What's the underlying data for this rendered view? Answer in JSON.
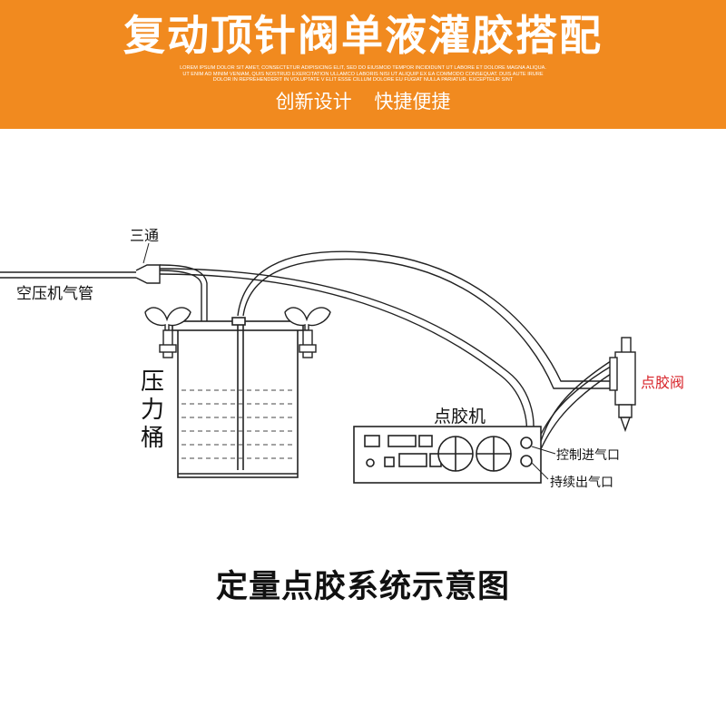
{
  "banner": {
    "title": "复动顶针阀单液灌胶搭配",
    "lorem": "LOREM IPSUM DOLOR SIT AMET, CONSECTETUR ADIPISICING ELIT, SED DO EIUSMOD TEMPOR INCIDIDUNT UT LABORE ET DOLORE MAGNA ALIQUA. UT ENIM AD MINIM VENIAM, QUIS NOSTRUD EXERCITATION ULLAMCO LABORIS NISI UT ALIQUIP EX EA COMMODO CONSEQUAT. DUIS AUTE IRURE DOLOR IN REPREHENDERIT IN VOLUPTATE V ELIT ESSE CILLUM DOLORE EU FUGIAT NULLA PARIATUR. EXCEPTEUR SINT",
    "subtitle": "创新设计 快捷便捷"
  },
  "diagram": {
    "labels": {
      "tee": "三通",
      "air_compressor_pipe": "空压机气管",
      "pressure_tank": "压力桶",
      "dispenser": "点胶机",
      "dispensing_valve": "点胶阀",
      "control_air_inlet": "控制进气口",
      "continuous_air_outlet": "持续出气口"
    },
    "valve_label_color": "#d8242a"
  },
  "caption": "定量点胶系统示意图",
  "colors": {
    "banner": "#f18a1f",
    "text": "#111111"
  }
}
